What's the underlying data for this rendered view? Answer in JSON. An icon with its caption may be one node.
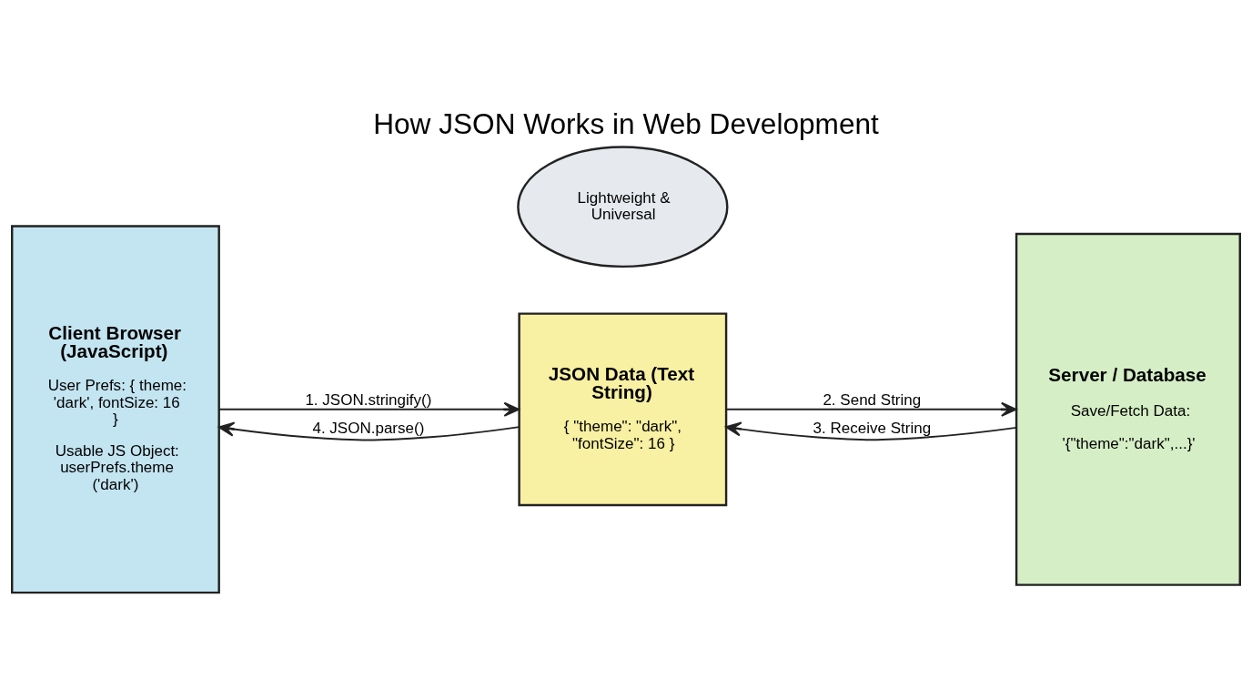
{
  "diagram": {
    "title": "How JSON Works in Web Development",
    "nodes": [
      {
        "text": [
          "Client Browser (JavaScript)",
          "User Prefs: { theme: 'dark', fontSize: 16 }",
          "Usable JS Object: userPrefs.theme ('dark')"
        ]
      },
      {
        "text": [
          "JSON Data (Text String)",
          "{ \"theme\": \"dark\", \"fontSize\": 16 }"
        ]
      },
      {
        "text": [
          "Server / Database",
          "Save/Fetch Data:",
          "'{\"theme\":\"dark\",...}'"
        ]
      },
      {
        "text": [
          "Lightweight & Universal"
        ]
      }
    ],
    "edges": [
      {
        "from": 0,
        "to": 1,
        "arrow": "to",
        "label": "1. JSON.stringify()"
      },
      {
        "from": 1,
        "to": 2,
        "arrow": "to",
        "label": "2. Send String"
      },
      {
        "from": 2,
        "to": 1,
        "arrow": "to",
        "label": "3. Receive String"
      },
      {
        "from": 1,
        "to": 0,
        "arrow": "to",
        "label": "4. JSON.parse()"
      }
    ]
  }
}
